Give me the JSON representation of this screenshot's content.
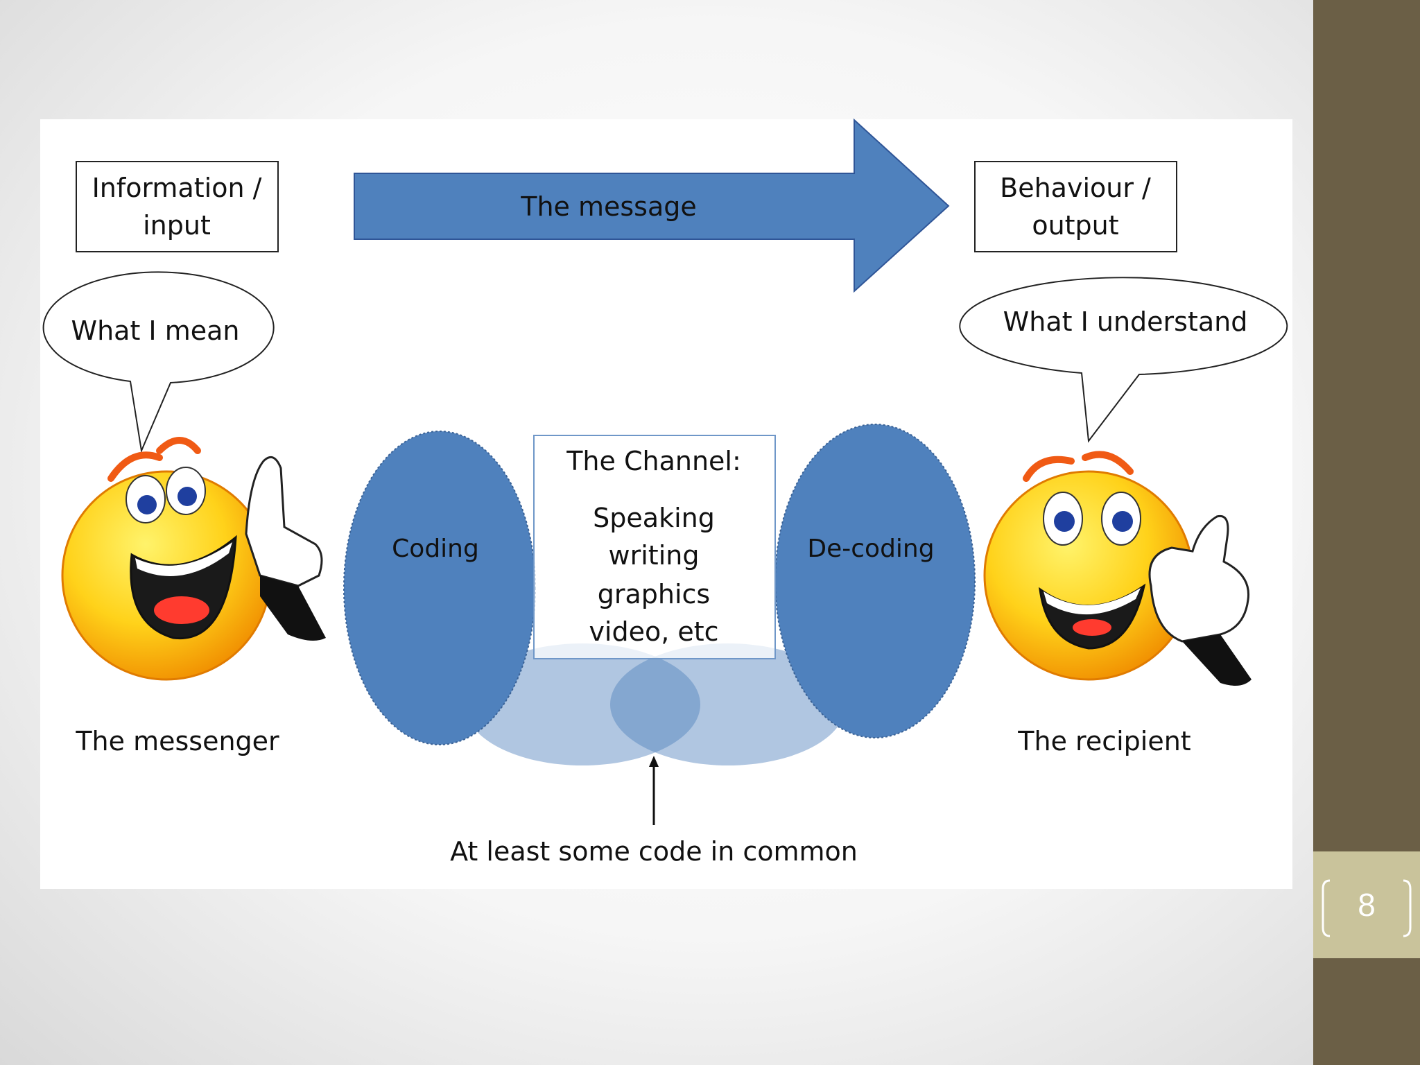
{
  "diagram": {
    "info_box": [
      "Information /",
      "input"
    ],
    "arrow_label": "The message",
    "behaviour_box": [
      "Behaviour /",
      "output"
    ],
    "bubble_left": "What I mean",
    "bubble_right": "What I understand",
    "coding": "Coding",
    "decoding": "De-coding",
    "channel_title": "The Channel:",
    "channel_items": [
      "Speaking",
      "writing",
      "graphics",
      "video, etc"
    ],
    "messenger": "The messenger",
    "recipient": "The recipient",
    "common": "At least some code in common"
  },
  "slide_number": "8",
  "colors": {
    "blue": "#4f81bd",
    "sidebar": "#6b5f46",
    "badge": "#c9c39b"
  }
}
